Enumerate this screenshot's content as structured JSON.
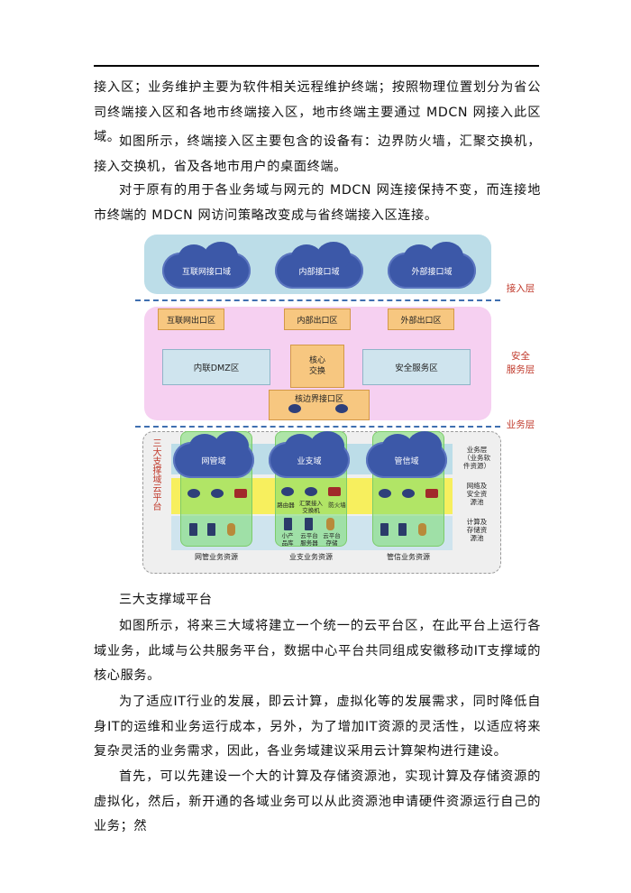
{
  "paragraphs": {
    "p1": "接入区；业务维护主要为软件相关远程维护终端；按照物理位置划分为省公司终端接入区和各地市终端接入区，地市终端主要通过 MDCN 网接入此区域。",
    "p2": "如图所示，终端接入区主要包含的设备有：边界防火墙，汇聚交换机，接入交换机，省及各地市用户的桌面终端。",
    "p3": "对于原有的用于各业务域与网元的 MDCN 网连接保持不变，而连接地市终端的 MDCN 网访问策略改变成与省终端接入区连接。",
    "p4": "三大支撑域平台",
    "p5": "如图所示，将来三大域将建立一个统一的云平台区，在此平台上运行各域业务，此域与公共服务平台，数据中心平台共同组成安徽移动IT支撑域的核心服务。",
    "p6": "为了适应IT行业的发展，即云计算，虚拟化等的发展需求，同时降低自身IT的运维和业务运行成本，另外，为了增加IT资源的灵活性，以适应将来复杂灵活的业务需求，因此，各业务域建议采用云计算架构进行建设。",
    "p7": "首先，可以先建设一个大的计算及存储资源池，实现计算及存储资源的虚拟化，然后，新开通的各域业务可以从此资源池申请硬件资源运行自己的业务；然"
  },
  "diagram": {
    "clouds_top": [
      "互联网接口域",
      "内部接口域",
      "外部接口域"
    ],
    "clouds_bottom": [
      "网管域",
      "业支域",
      "管信域"
    ],
    "exit_zones": [
      "互联网出口区",
      "内部出口区",
      "外部出口区"
    ],
    "dmz": "内联DMZ区",
    "core": "核心\n交换",
    "security": "安全服务区",
    "border": "核边界接口区",
    "layer_access": "接入层",
    "layer_security": "安全\n服务层",
    "layer_business": "业务层",
    "left_vertical": "三大支撑域云平台",
    "right_labels": [
      "业务层\n（业务软\n件资源）",
      "网络及\n安全资\n源池",
      "计算及\n存储资\n源池"
    ],
    "device_labels": [
      "路由器",
      "汇聚接入\n交换机",
      "防火墙"
    ],
    "server_labels": [
      "小产\n品库",
      "云平台\n服务器",
      "云平台\n存储"
    ],
    "bottom_labels": [
      "网管业务资源",
      "业支业务资源",
      "管信业务资源"
    ]
  }
}
